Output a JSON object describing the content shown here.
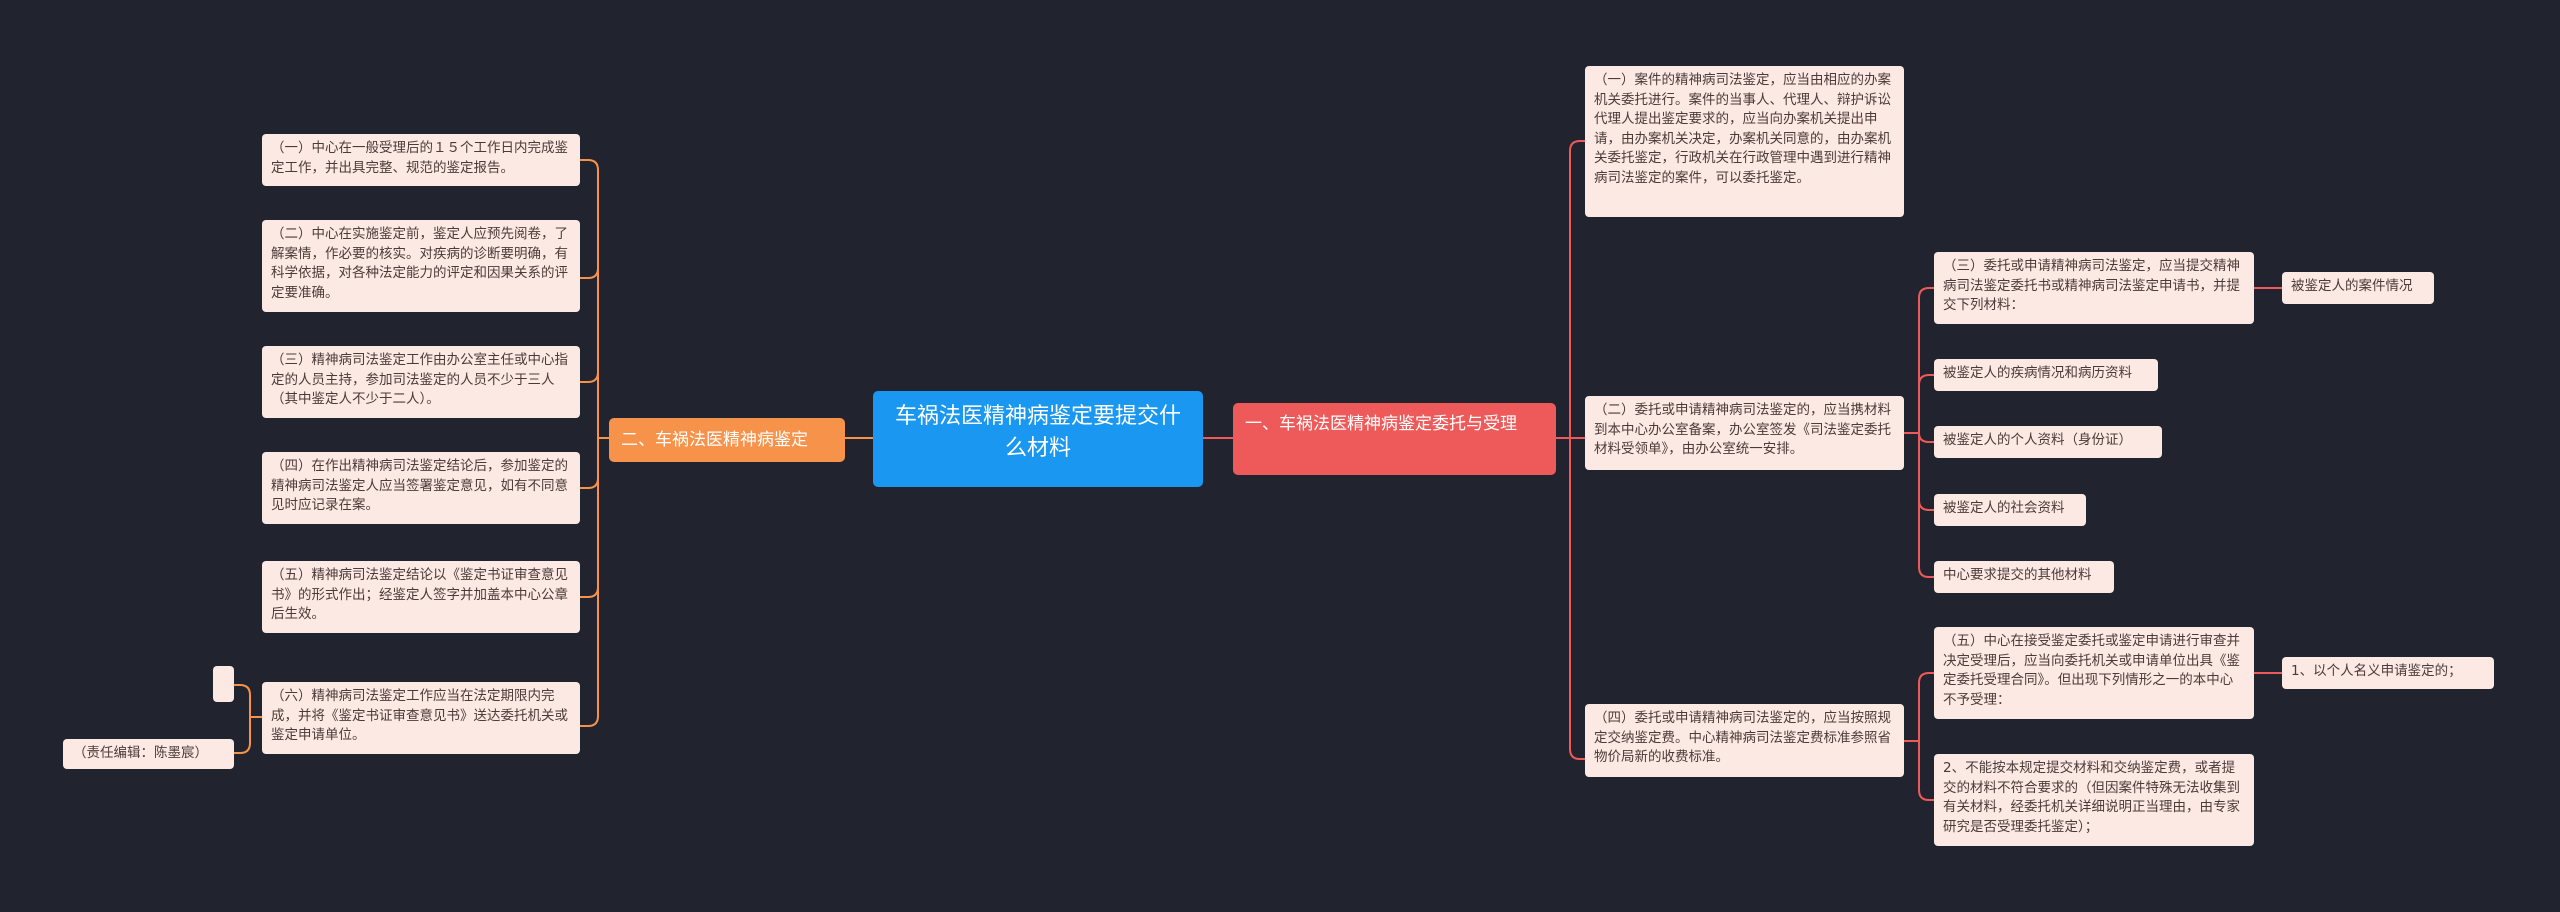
{
  "root": {
    "title": "车祸法医精神病鉴定要提交什么材料"
  },
  "left_branch": {
    "label": "二、车祸法医精神病鉴定",
    "items": [
      "（一）中心在一般受理后的１５个工作日内完成鉴定工作，并出具完整、规范的鉴定报告。",
      "（二）中心在实施鉴定前，鉴定人应预先阅卷，了解案情，作必要的核实。对疾病的诊断要明确，有科学依据，对各种法定能力的评定和因果关系的评定要准确。",
      "（三）精神病司法鉴定工作由办公室主任或中心指定的人员主持，参加司法鉴定的人员不少于三人（其中鉴定人不少于二人）。",
      "（四）在作出精神病司法鉴定结论后，参加鉴定的精神病司法鉴定人应当签署鉴定意见，如有不同意见时应记录在案。",
      "（五）精神病司法鉴定结论以《鉴定书证审查意见书》的形式作出；经鉴定人签字并加盖本中心公章后生效。",
      "（六）精神病司法鉴定工作应当在法定期限内完成，并将《鉴定书证审查意见书》送达委托机关或鉴定申请单位。"
    ],
    "editor": "（责任编辑：陈墨宸）"
  },
  "right_branch": {
    "label": "一、车祸法医精神病鉴定委托与受理",
    "item1": "（一）案件的精神病司法鉴定，应当由相应的办案机关委托进行。案件的当事人、代理人、辩护诉讼代理人提出鉴定要求的，应当向办案机关提出申请，由办案机关决定，办案机关同意的，由办案机关委托鉴定，行政机关在行政管理中遇到进行精神病司法鉴定的案件，可以委托鉴定。",
    "item2": "（二）委托或申请精神病司法鉴定的，应当携材料到本中心办公室备案，办公室签发《司法鉴定委托材料受领单》，由办公室统一安排。",
    "item2_sub": {
      "item3": "（三）委托或申请精神病司法鉴定，应当提交精神病司法鉴定委托书或精神病司法鉴定申请书，并提交下列材料：",
      "item3_child": "被鉴定人的案件情况",
      "materials": [
        "被鉴定人的疾病情况和病历资料",
        "被鉴定人的个人资料（身份证）",
        "被鉴定人的社会资料",
        "中心要求提交的其他材料"
      ]
    },
    "item4": "（四）委托或申请精神病司法鉴定的，应当按照规定交纳鉴定费。中心精神病司法鉴定费标准参照省物价局新的收费标准。",
    "item4_sub": {
      "item5": "（五）中心在接受鉴定委托或鉴定申请进行审查并决定受理后，应当向委托机关或申请单位出具《鉴定委托受理合同》。但出现下列情形之一的本中心不予受理：",
      "item5_child": "1、以个人名义申请鉴定的；",
      "item6": "2、不能按本规定提交材料和交纳鉴定费，或者提交的材料不符合要求的（但因案件特殊无法收集到有关材料，经委托机关详细说明正当理由，由专家研究是否受理委托鉴定）；"
    }
  },
  "colors": {
    "background": "#21242f",
    "root": "#1a97f0",
    "left_branch": "#f7924a",
    "right_branch": "#ee5a5a",
    "leaf": "#fde9e3",
    "left_edge": "#f7924a",
    "right_edge": "#ee5a5a"
  }
}
